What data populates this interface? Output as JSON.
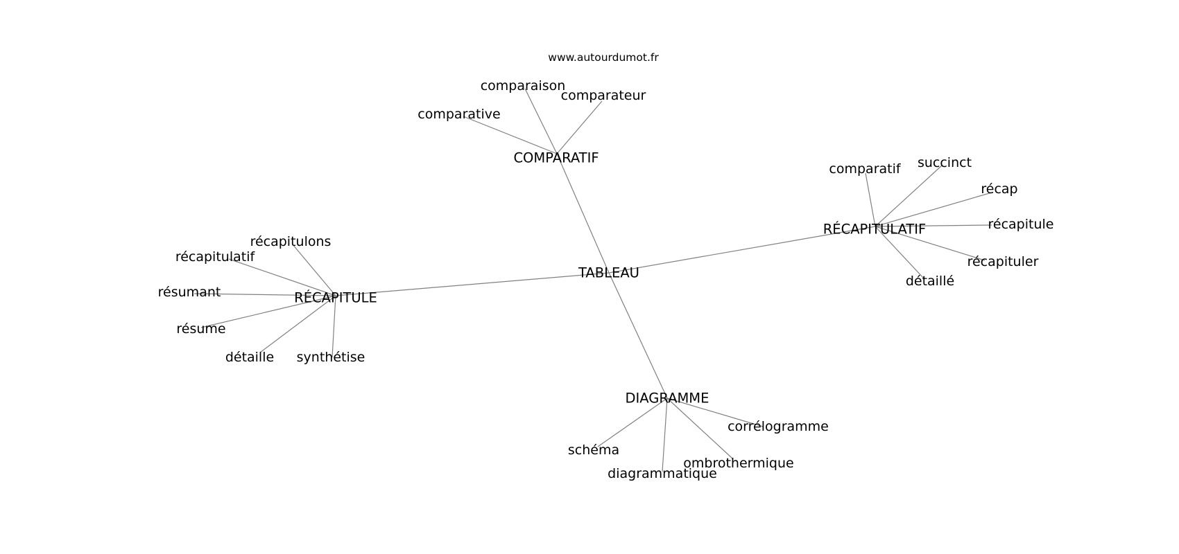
{
  "source": "www.autourdumot.fr",
  "center": "TABLEAU",
  "groups": [
    {
      "label": "COMPARATIF",
      "children": [
        "comparaison",
        "comparateur",
        "comparative"
      ]
    },
    {
      "label": "RÉCAPITULATIF",
      "children": [
        "comparatif",
        "succinct",
        "récap",
        "récapitule",
        "récapituler",
        "détaillé"
      ]
    },
    {
      "label": "RÉCAPITULE",
      "children": [
        "récapitulons",
        "récapitulatif",
        "résumant",
        "résume",
        "détaille",
        "synthétise"
      ]
    },
    {
      "label": "DIAGRAMME",
      "children": [
        "schéma",
        "diagrammatique",
        "ombrothermique",
        "corrélogramme"
      ]
    }
  ]
}
